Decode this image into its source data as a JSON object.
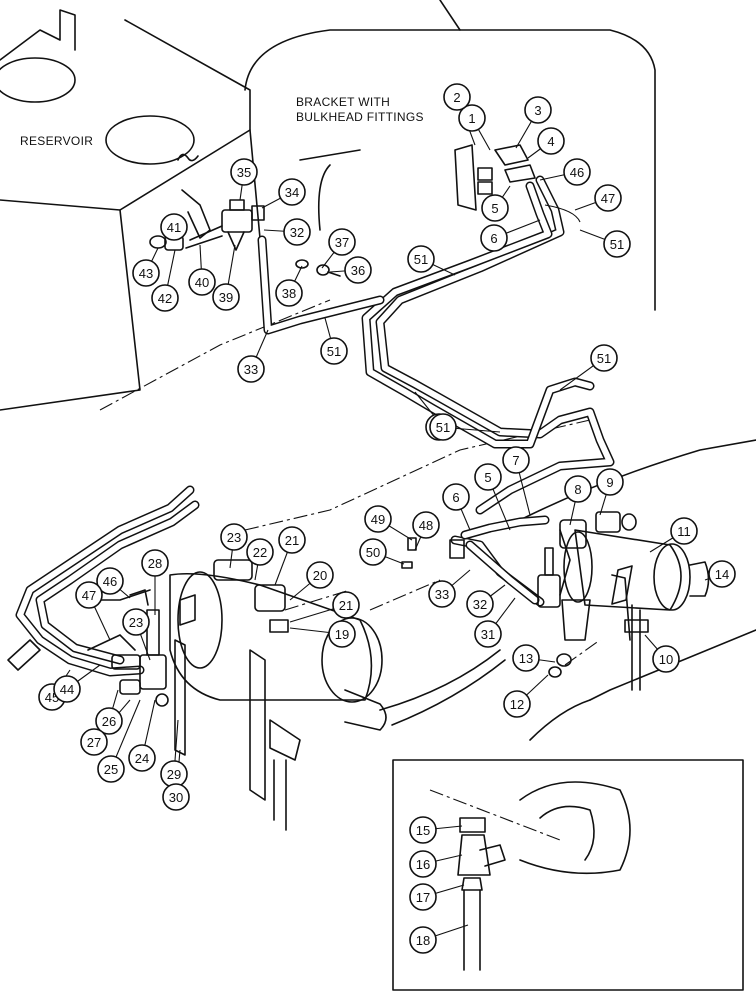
{
  "labels": {
    "reservoir": "RESERVOIR",
    "bracket_line1": "BRACKET WITH",
    "bracket_line2": "BULKHEAD FITTINGS"
  },
  "callouts": [
    {
      "num": "1"
    },
    {
      "num": "2"
    },
    {
      "num": "3"
    },
    {
      "num": "4"
    },
    {
      "num": "46"
    },
    {
      "num": "5"
    },
    {
      "num": "47"
    },
    {
      "num": "6"
    },
    {
      "num": "51"
    },
    {
      "num": "35"
    },
    {
      "num": "34"
    },
    {
      "num": "41"
    },
    {
      "num": "32"
    },
    {
      "num": "37"
    },
    {
      "num": "43"
    },
    {
      "num": "40"
    },
    {
      "num": "42"
    },
    {
      "num": "39"
    },
    {
      "num": "38"
    },
    {
      "num": "36"
    },
    {
      "num": "51"
    },
    {
      "num": "33"
    },
    {
      "num": "51"
    },
    {
      "num": "51"
    },
    {
      "num": "51"
    },
    {
      "num": "51"
    },
    {
      "num": "7"
    },
    {
      "num": "5"
    },
    {
      "num": "8"
    },
    {
      "num": "9"
    },
    {
      "num": "6"
    },
    {
      "num": "11"
    },
    {
      "num": "49"
    },
    {
      "num": "48"
    },
    {
      "num": "14"
    },
    {
      "num": "50"
    },
    {
      "num": "33"
    },
    {
      "num": "32"
    },
    {
      "num": "31"
    },
    {
      "num": "10"
    },
    {
      "num": "13"
    },
    {
      "num": "12"
    },
    {
      "num": "23"
    },
    {
      "num": "21"
    },
    {
      "num": "22"
    },
    {
      "num": "20"
    },
    {
      "num": "28"
    },
    {
      "num": "21"
    },
    {
      "num": "19"
    },
    {
      "num": "46"
    },
    {
      "num": "47"
    },
    {
      "num": "23"
    },
    {
      "num": "45"
    },
    {
      "num": "44"
    },
    {
      "num": "26"
    },
    {
      "num": "27"
    },
    {
      "num": "24"
    },
    {
      "num": "25"
    },
    {
      "num": "29"
    },
    {
      "num": "30"
    },
    {
      "num": "15"
    },
    {
      "num": "16"
    },
    {
      "num": "17"
    },
    {
      "num": "18"
    }
  ]
}
